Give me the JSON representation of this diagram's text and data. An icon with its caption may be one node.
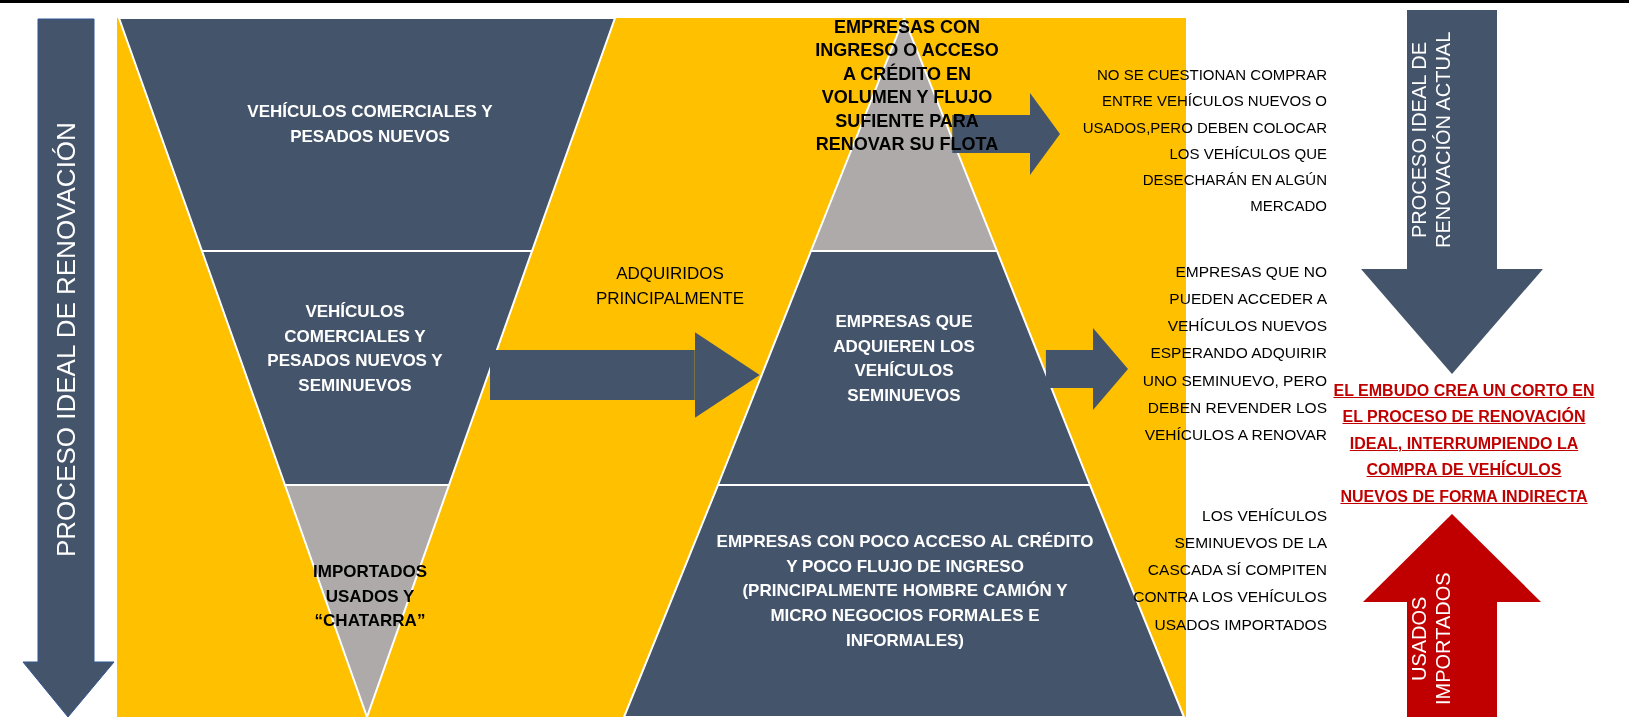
{
  "diagram": {
    "nodes": [
      {
        "text": [
          "PROCESO IDEAL DE RENOVACIÓN"
        ]
      },
      {
        "text": [
          "VEHÍCULOS COMERCIALES Y PESADOS NUEVOS"
        ]
      },
      {
        "text": [
          "VEHÍCULOS COMERCIALES Y PESADOS NUEVOS Y SEMINUEVOS"
        ]
      },
      {
        "text": [
          "IMPORTADOS USADOS Y “CHATARRA”"
        ]
      },
      {
        "text": [
          "EMPRESAS CON INGRESO O ACCESO A CRÉDITO EN VOLUMEN Y FLUJO SUFIENTE PARA RENOVAR SU FLOTA"
        ]
      },
      {
        "text": [
          "EMPRESAS QUE ADQUIEREN LOS VEHÍCULOS SEMINUEVOS"
        ]
      },
      {
        "text": [
          "EMPRESAS CON POCO ACCESO AL CRÉDITO Y POCO FLUJO DE INGRESO (PRINCIPALMENTE HOMBRE CAMIÓN Y MICRO NEGOCIOS FORMALES E INFORMALES)"
        ]
      },
      {
        "text": [
          "NO SE CUESTIONAN COMPRAR ENTRE VEHÍCULOS NUEVOS O USADOS,PERO DEBEN COLOCAR LOS VEHÍCULOS QUE DESECHARÁN EN ALGÚN MERCADO"
        ]
      },
      {
        "text": [
          "EMPRESAS QUE NO PUEDEN ACCEDER A VEHÍCULOS NUEVOS ESPERANDO ADQUIRIR UNO SEMINUEVO, PERO DEBEN REVENDER LOS VEHÍCULOS A RENOVAR"
        ]
      },
      {
        "text": [
          "LOS VEHÍCULOS SEMINUEVOS DE LA CASCADA SÍ COMPITEN CONTRA LOS VEHÍCULOS USADOS IMPORTADOS"
        ]
      },
      {
        "text": [
          "EL EMBUDO CREA UN CORTO EN EL PROCESO DE RENOVACIÓN IDEAL, INTERRUMPIENDO LA COMPRA DE VEHÍCULOS NUEVOS DE FORMA INDIRECTA"
        ]
      }
    ],
    "edges": [
      {
        "from": 2,
        "to": 5,
        "arrow": "to",
        "label": "ADQUIRIDOS PRINCIPALMENTE"
      },
      {
        "from": 4,
        "to": 7,
        "arrow": "to"
      },
      {
        "from": 5,
        "to": 8,
        "arrow": "to"
      },
      {
        "from": null,
        "to": 10,
        "arrow": "to",
        "label": "PROCESO IDEAL DE RENOVACIÓN ACTUAL",
        "style": "thick"
      },
      {
        "from": null,
        "to": 10,
        "arrow": "to",
        "label": "USADOS IMPORTADOS",
        "color": "#c00000",
        "style": "thick"
      }
    ]
  }
}
